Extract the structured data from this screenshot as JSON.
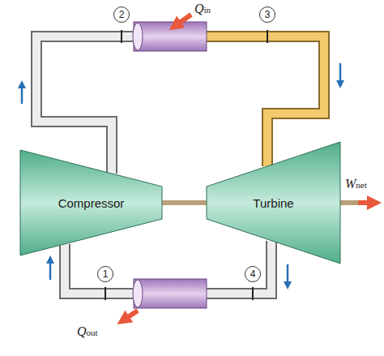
{
  "diagram": {
    "nodes": [
      {
        "text": [
          "Compressor"
        ]
      },
      {
        "text": [
          "Turbine"
        ]
      }
    ],
    "edges": [
      {
        "from": 0,
        "to": 1,
        "arrow": "none"
      }
    ],
    "labels": [
      "2",
      "Qin",
      "3",
      "1",
      "4",
      "Qout",
      "Wnet"
    ]
  }
}
